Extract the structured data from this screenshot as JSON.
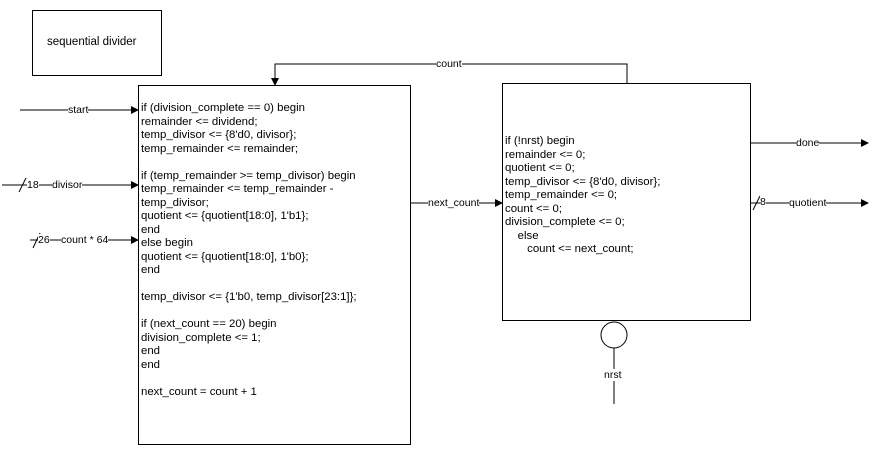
{
  "title_box": {
    "text": "sequential divider"
  },
  "comb_block": {
    "lines": [
      "if (division_complete == 0) begin",
      "remainder <= dividend;",
      "temp_divisor <= {8'd0, divisor};",
      "temp_remainder <= remainder;",
      "",
      "if (temp_remainder >= temp_divisor) begin",
      "temp_remainder <= temp_remainder -",
      "temp_divisor;",
      "quotient <= {quotient[18:0], 1'b1};",
      "end",
      "else begin",
      "quotient <= {quotient[18:0], 1'b0};",
      "end",
      "",
      "temp_divisor <= {1'b0, temp_divisor[23:1]};",
      "",
      "if (next_count == 20) begin",
      "division_complete <= 1;",
      "end",
      "end",
      "",
      "next_count = count + 1"
    ]
  },
  "seq_block": {
    "lines": [
      "if (!nrst) begin",
      "remainder <= 0;",
      "quotient <= 0;",
      "temp_divisor <= {8'd0, divisor};",
      "temp_remainder <= 0;",
      "count <= 0;",
      "division_complete <= 0;",
      "    else",
      "       count <= next_count;"
    ]
  },
  "signals": {
    "start": "start",
    "divisor": "divisor",
    "divisor_width": "18",
    "count64": "count * 64",
    "count64_width": "26",
    "next_count": "next_count",
    "count": "count",
    "done": "done",
    "quotient": "quotient",
    "quotient_width": "8",
    "nrst": "nrst"
  }
}
